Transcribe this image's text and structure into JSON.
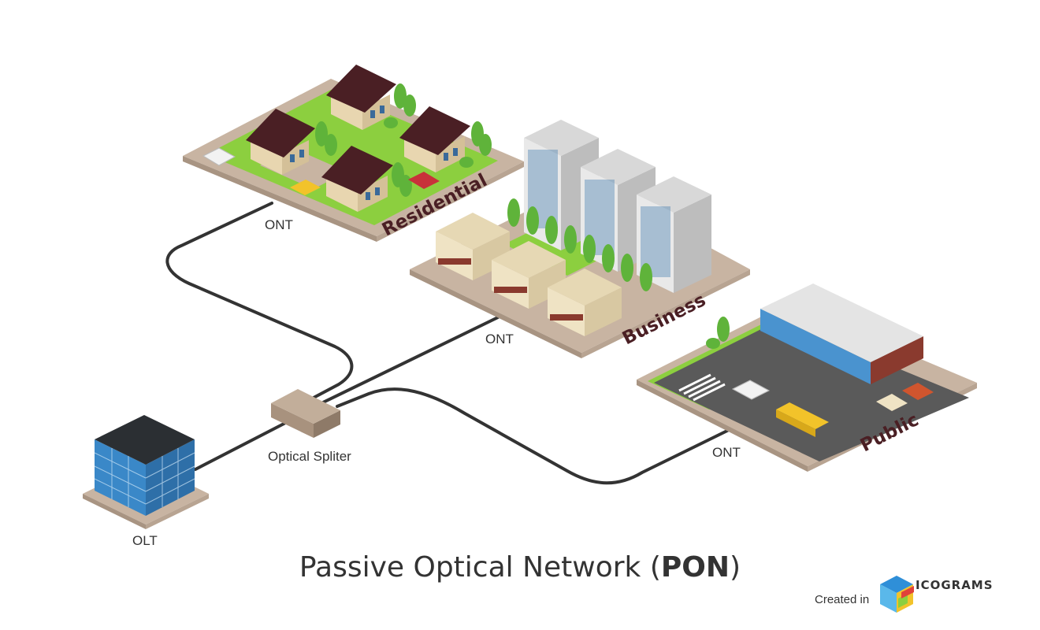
{
  "nodes": {
    "olt": "OLT",
    "splitter": "Optical Spliter",
    "ont_residential": "ONT",
    "ont_business": "ONT",
    "ont_public": "ONT"
  },
  "zones": {
    "residential": "Residential",
    "business": "Business",
    "public": "Public"
  },
  "title": {
    "main": "Passive Optical Network (",
    "bold": "PON",
    "end": ")"
  },
  "credit": {
    "created_in": "Created in",
    "brand": "ICOGRAMS"
  },
  "colors": {
    "cable": "#333333",
    "grass": "#8ccf3f",
    "ground": "#c8b4a2",
    "roof": "#4a1f24",
    "zone_text": "#4a1f24",
    "glass": "#3a88c8"
  }
}
